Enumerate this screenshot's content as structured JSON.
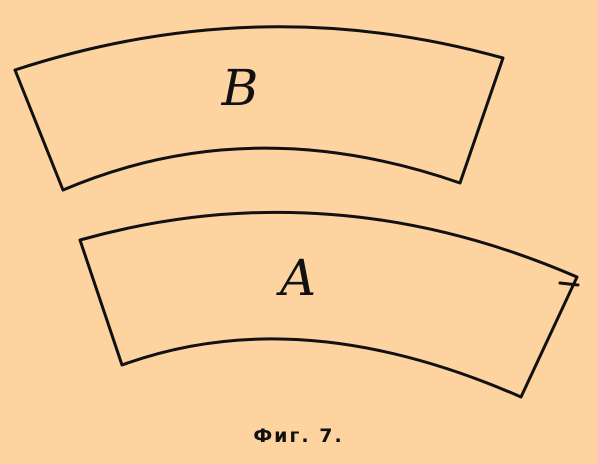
{
  "figure": {
    "caption": "Фиг. 7.",
    "shapes": [
      {
        "id": "B",
        "label": "B"
      },
      {
        "id": "A",
        "label": "A"
      }
    ]
  },
  "colors": {
    "background": "#FDD49F",
    "ink": "#111111"
  }
}
